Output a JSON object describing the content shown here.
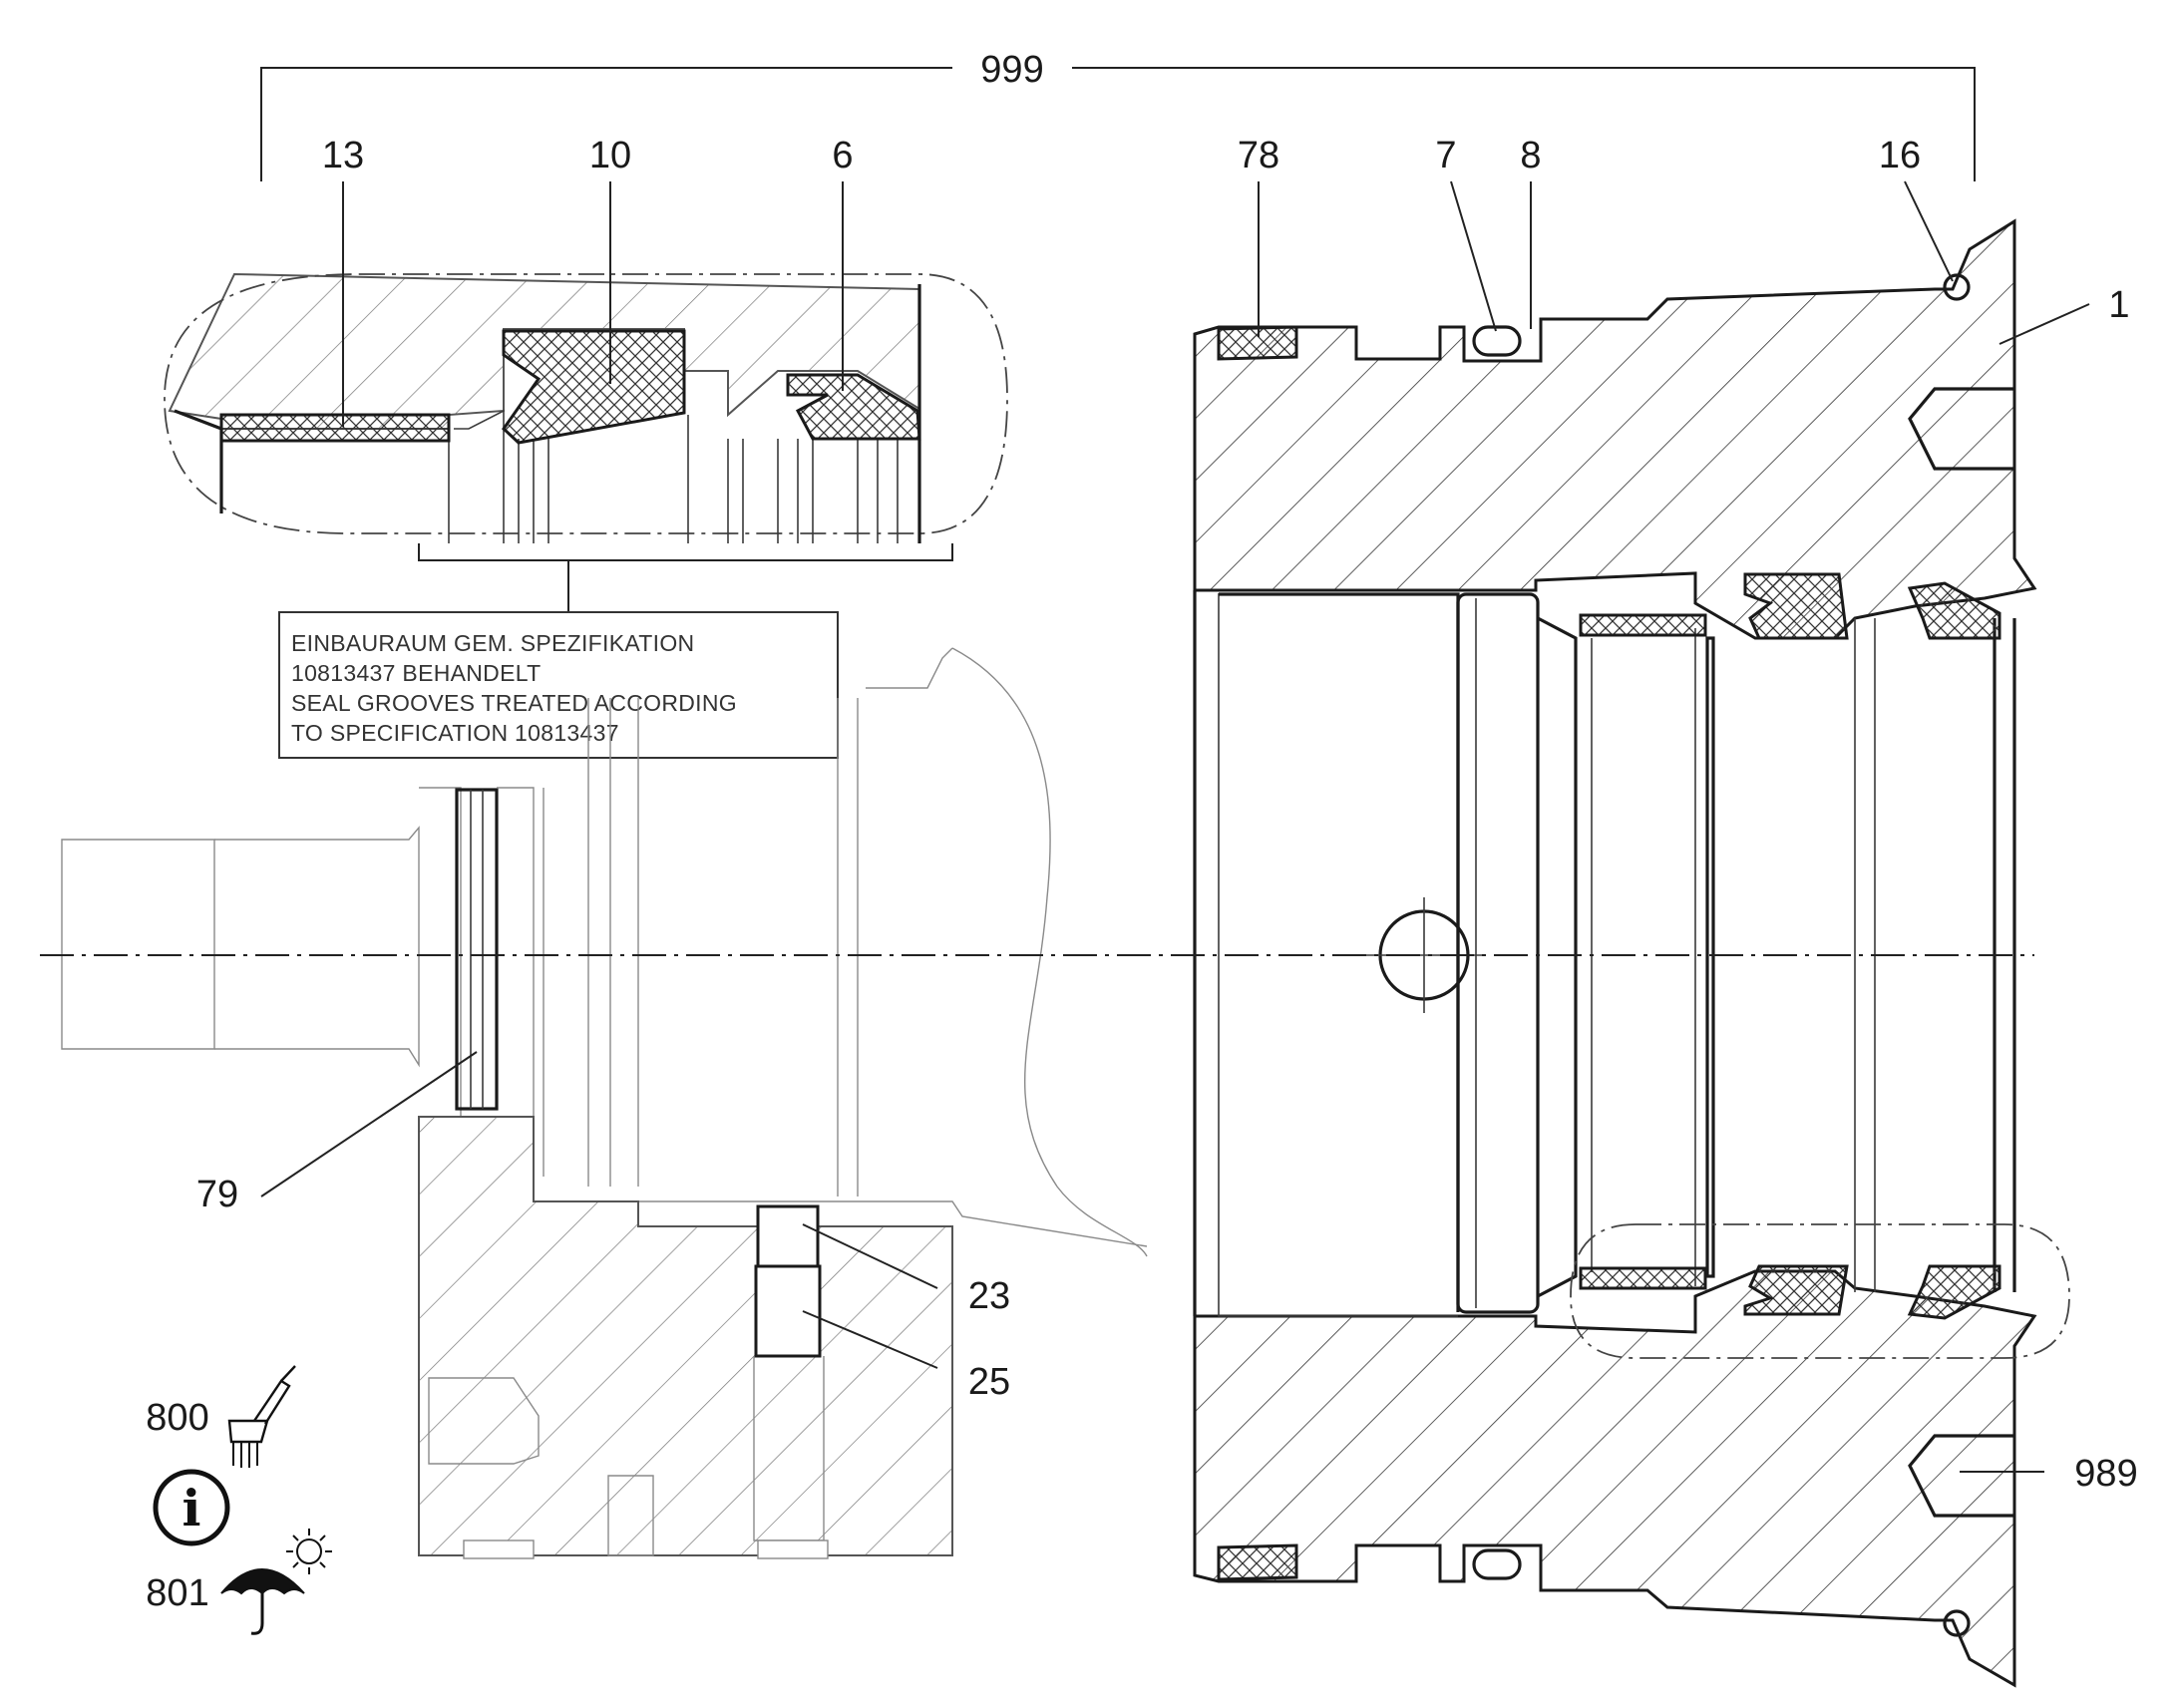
{
  "note": {
    "lines": [
      "EINBAURAUM GEM. SPEZIFIKATION",
      "10813437 BEHANDELT",
      "SEAL GROOVES TREATED ACCORDING",
      "TO SPECIFICATION 10813437"
    ]
  },
  "labels": {
    "assembly": "999",
    "part_13": "13",
    "part_10": "10",
    "part_6": "6",
    "part_78": "78",
    "part_7": "7",
    "part_8": "8",
    "part_16": "16",
    "part_1": "1",
    "part_79": "79",
    "part_23": "23",
    "part_25": "25",
    "part_989": "989",
    "part_800": "800",
    "part_801": "801"
  },
  "icons": {
    "brush": "paint-brush-icon",
    "info": "info-icon",
    "umbrella": "umbrella-icon",
    "sun": "sun-icon"
  },
  "info_glyph": "i"
}
